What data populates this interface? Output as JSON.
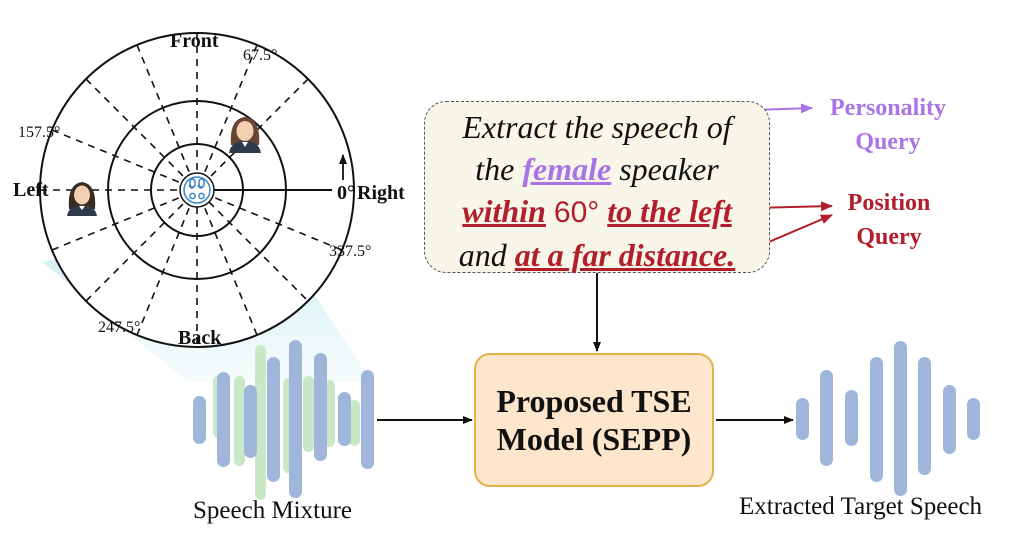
{
  "polar": {
    "front": "Front",
    "back": "Back",
    "left": "Left",
    "right": "Right",
    "angle_67": "67.5°",
    "angle_157": "157.5°",
    "angle_247": "247.5°",
    "angle_337": "337.5°",
    "angle_0": "0°"
  },
  "query": {
    "line1": "Extract the speech of",
    "line2_pre": "the",
    "female": "female",
    "line2_post": "speaker",
    "within": "within",
    "degrees": "60°",
    "to_left": "to the left",
    "line4_pre": "and",
    "far": "at a far distance."
  },
  "labels": {
    "personality_1": "Personality",
    "personality_2": "Query",
    "position_1": "Position",
    "position_2": "Query",
    "model_1": "Proposed TSE",
    "model_2": "Model (SEPP)",
    "mixture": "Speech Mixture",
    "extracted": "Extracted Target Speech"
  },
  "colors": {
    "personality": "#a874e6",
    "position": "#b21e2c",
    "wave_blue": "#9fb6da",
    "wave_green": "#c9e8c8",
    "box_fill": "#fde6cb",
    "box_border": "#e3b24d",
    "query_fill": "#f8f5e9"
  }
}
